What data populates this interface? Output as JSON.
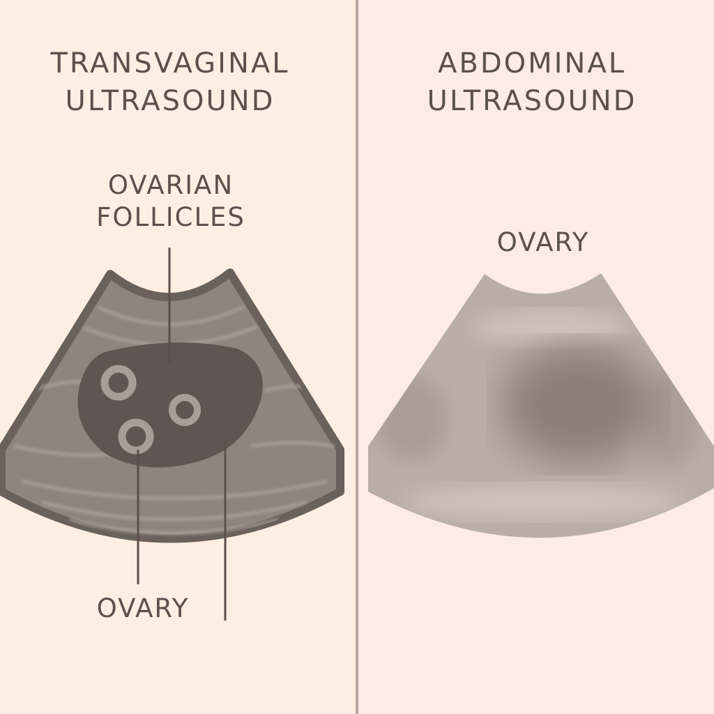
{
  "left_panel": {
    "title_line1": "TRANSVAGINAL",
    "title_line2": "ULTRASOUND",
    "label_follicles_line1": "OVARIAN",
    "label_follicles_line2": "FOLLICLES",
    "label_ovary": "OVARY",
    "follicle_count": 3
  },
  "right_panel": {
    "title_line1": "ABDOMINAL",
    "title_line2": "ULTRASOUND",
    "label_ovary": "OVARY"
  },
  "colors": {
    "left_background": "#fdeee3",
    "right_background": "#fcebe6",
    "divider": "#b7a49c",
    "text": "#5b504b",
    "tv_fan_border": "#6b615c",
    "tv_fan_fill": "#8e857f",
    "tv_ovary_fill": "#5f5652",
    "follicle_ring": "#a79e97",
    "abd_fan_fill": "#b9aea7",
    "abd_ovary_blur": "#8a7f79"
  }
}
